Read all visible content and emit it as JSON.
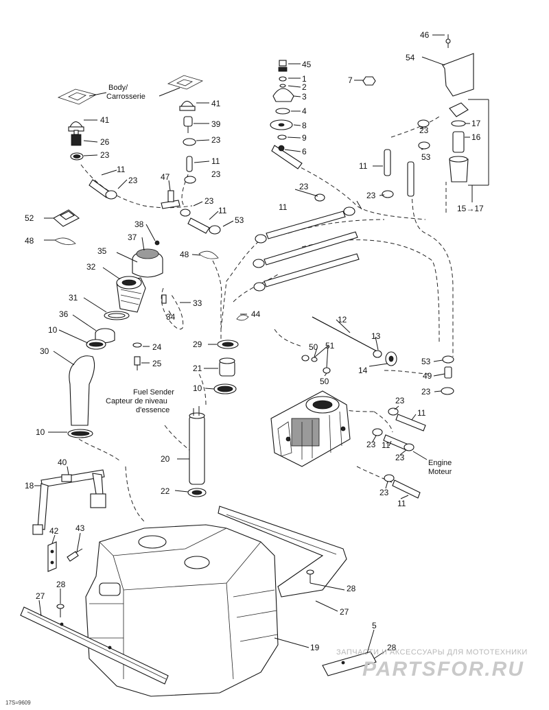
{
  "labels": {
    "body": [
      "Body/",
      "Carrosserie"
    ],
    "fuel_sender": [
      "Fuel Sender",
      "Capteur de niveau",
      "d'essence"
    ],
    "engine": [
      "Engine",
      "Moteur"
    ],
    "range_15_17": "15→17"
  },
  "callouts": {
    "c46": "46",
    "c54": "54",
    "c7": "7",
    "c45": "45",
    "c1": "1",
    "c2": "2",
    "c3": "3",
    "c4": "4",
    "c8": "8",
    "c9": "9",
    "c6": "6",
    "c41a": "41",
    "c41b": "41",
    "c39": "39",
    "c23a": "23",
    "c26": "26",
    "c23b": "23",
    "c11a": "11",
    "c23c": "23",
    "c47": "47",
    "c11b": "11",
    "c23d": "23",
    "c23e": "23",
    "c11c": "11",
    "c53a": "53",
    "c11d": "11",
    "c23f": "23",
    "c11e": "11",
    "c23g": "23",
    "c53b": "53",
    "c23h": "23",
    "c17": "17",
    "c16": "16",
    "c52": "52",
    "c48a": "48",
    "c38": "38",
    "c37": "37",
    "c35": "35",
    "c48b": "48",
    "c32": "32",
    "c33": "33",
    "c31": "31",
    "c34": "34",
    "c36": "36",
    "c44": "44",
    "c10a": "10",
    "c24": "24",
    "c29": "29",
    "c30": "30",
    "c25": "25",
    "c21": "21",
    "c10b": "10",
    "c10c": "10",
    "c20": "20",
    "c22": "22",
    "c12": "12",
    "c13": "13",
    "c50a": "50",
    "c51": "51",
    "c50b": "50",
    "c14": "14",
    "c53c": "53",
    "c49": "49",
    "c23i": "23",
    "c23j": "23",
    "c11f": "11",
    "c23k": "23",
    "c11g": "11",
    "c23l": "23",
    "c23m": "23",
    "c11h": "11",
    "c40": "40",
    "c18": "18",
    "c42": "42",
    "c43": "43",
    "c27a": "27",
    "c28a": "28",
    "c28b": "28",
    "c27b": "27",
    "c19": "19",
    "c5": "5",
    "c28c": "28"
  },
  "diagram_code": "17S=9609",
  "watermark": {
    "text": "ЗАПЧАСТИ И АКСЕССУАРЫ ДЛЯ МОТОТЕХНИКИ",
    "logo": "PARTSFOR.RU"
  }
}
